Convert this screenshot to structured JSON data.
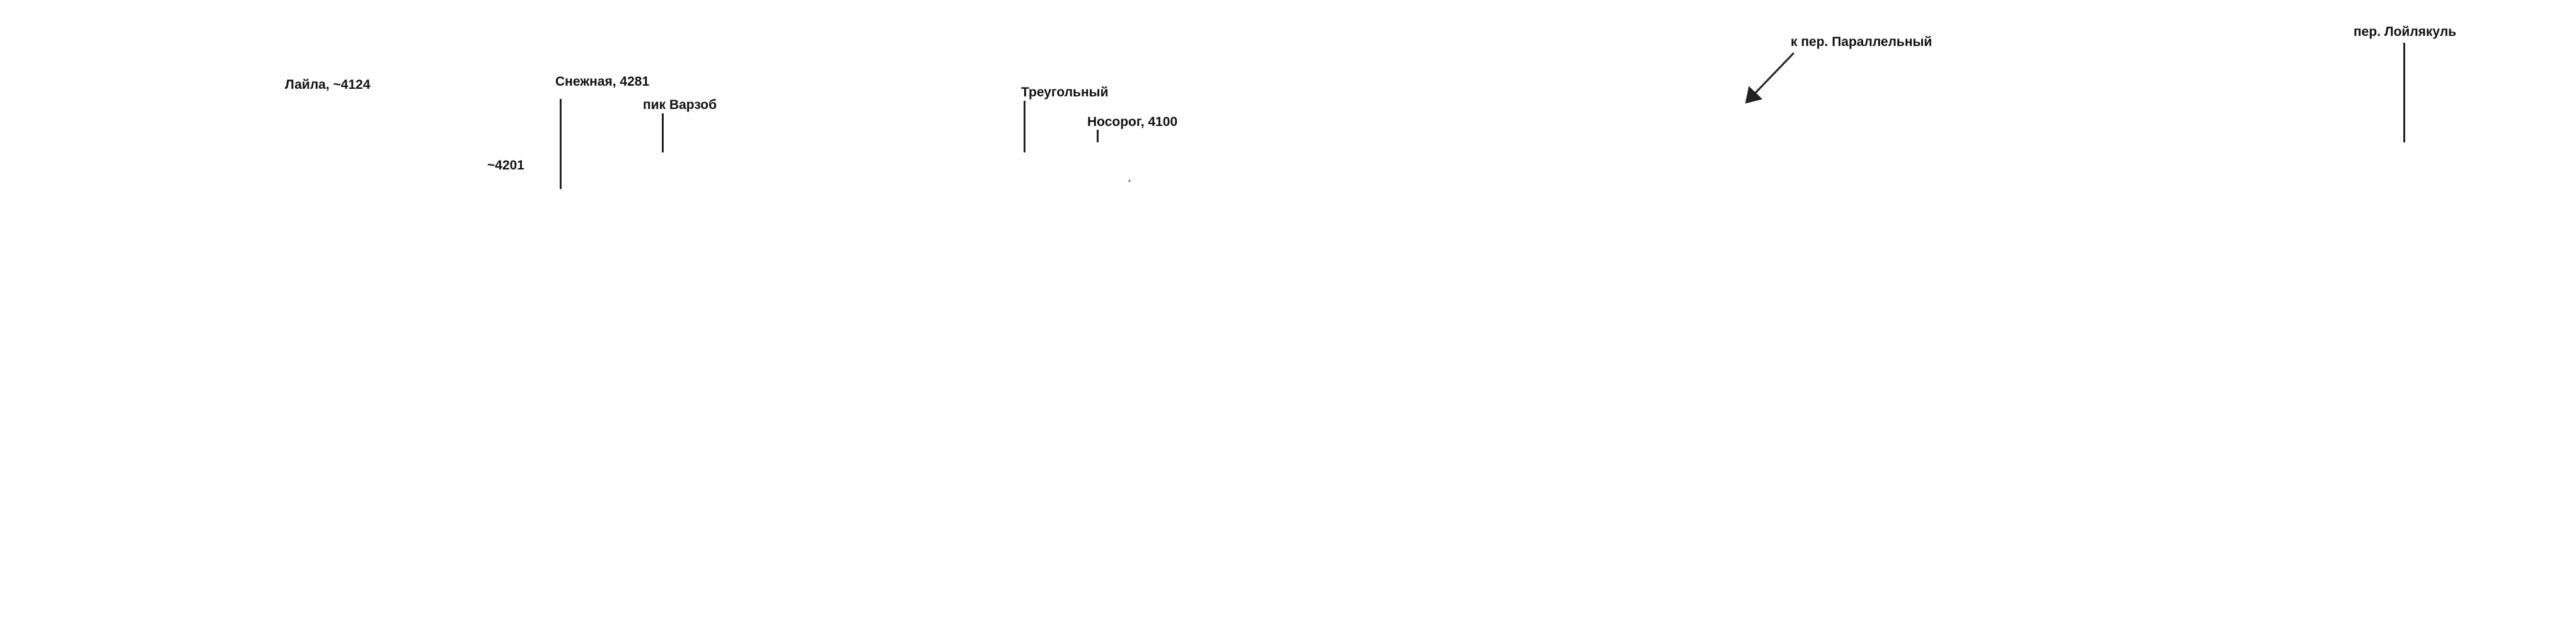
{
  "labels": {
    "layla": "Лайла, ~4124",
    "snezhnaya": "Снежная, 4281",
    "varzob": "пик Варзоб",
    "approx4201": "~4201",
    "treugolny": "Треугольный",
    "nosorog": "Носорог, 4100",
    "parallelny": "к пер. Параллельный",
    "loilyakul": "пер. Лойлякуль"
  },
  "colors": {
    "background": "#ffffff",
    "text": "#111111",
    "lines": "#222222"
  }
}
